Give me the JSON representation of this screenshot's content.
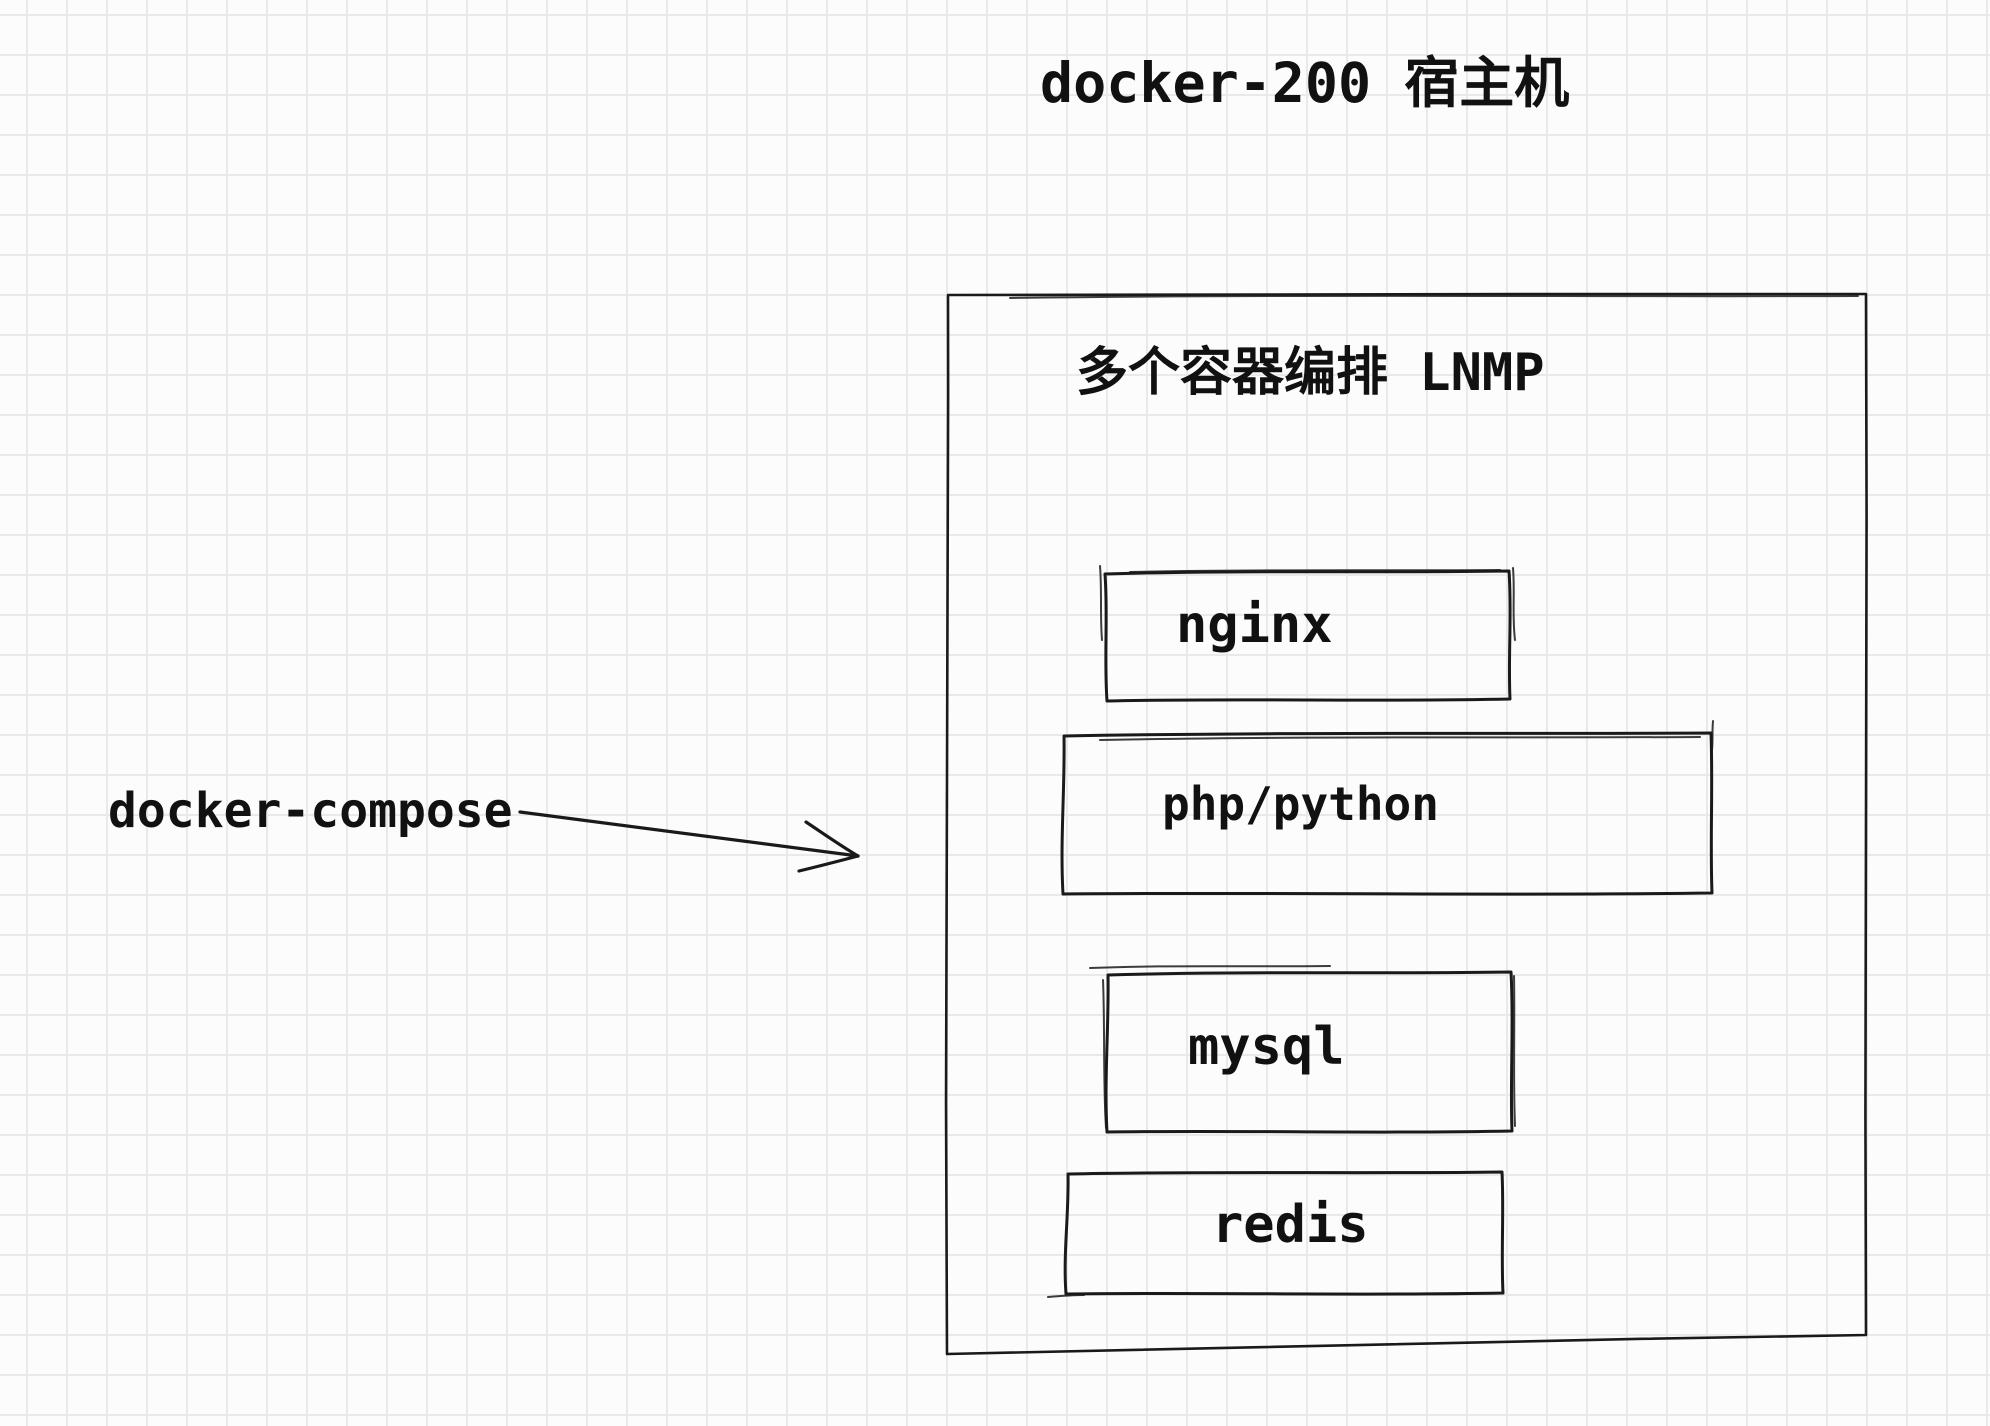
{
  "diagram": {
    "title": "docker-200 宿主机",
    "host_group": {
      "label": "多个容器编排 LNMP",
      "containers": [
        {
          "id": "nginx",
          "label": "nginx"
        },
        {
          "id": "php-python",
          "label": "php/python"
        },
        {
          "id": "mysql",
          "label": "mysql"
        },
        {
          "id": "redis",
          "label": "redis"
        }
      ]
    },
    "tool_label": "docker-compose",
    "connector": {
      "from": "docker-compose",
      "to": "host-box",
      "style": "hand-drawn-arrow"
    },
    "colors": {
      "stroke": "#1a1a1a",
      "text": "#111111",
      "grid_line": "#e9e9e9",
      "background": "#fcfcfc"
    }
  }
}
